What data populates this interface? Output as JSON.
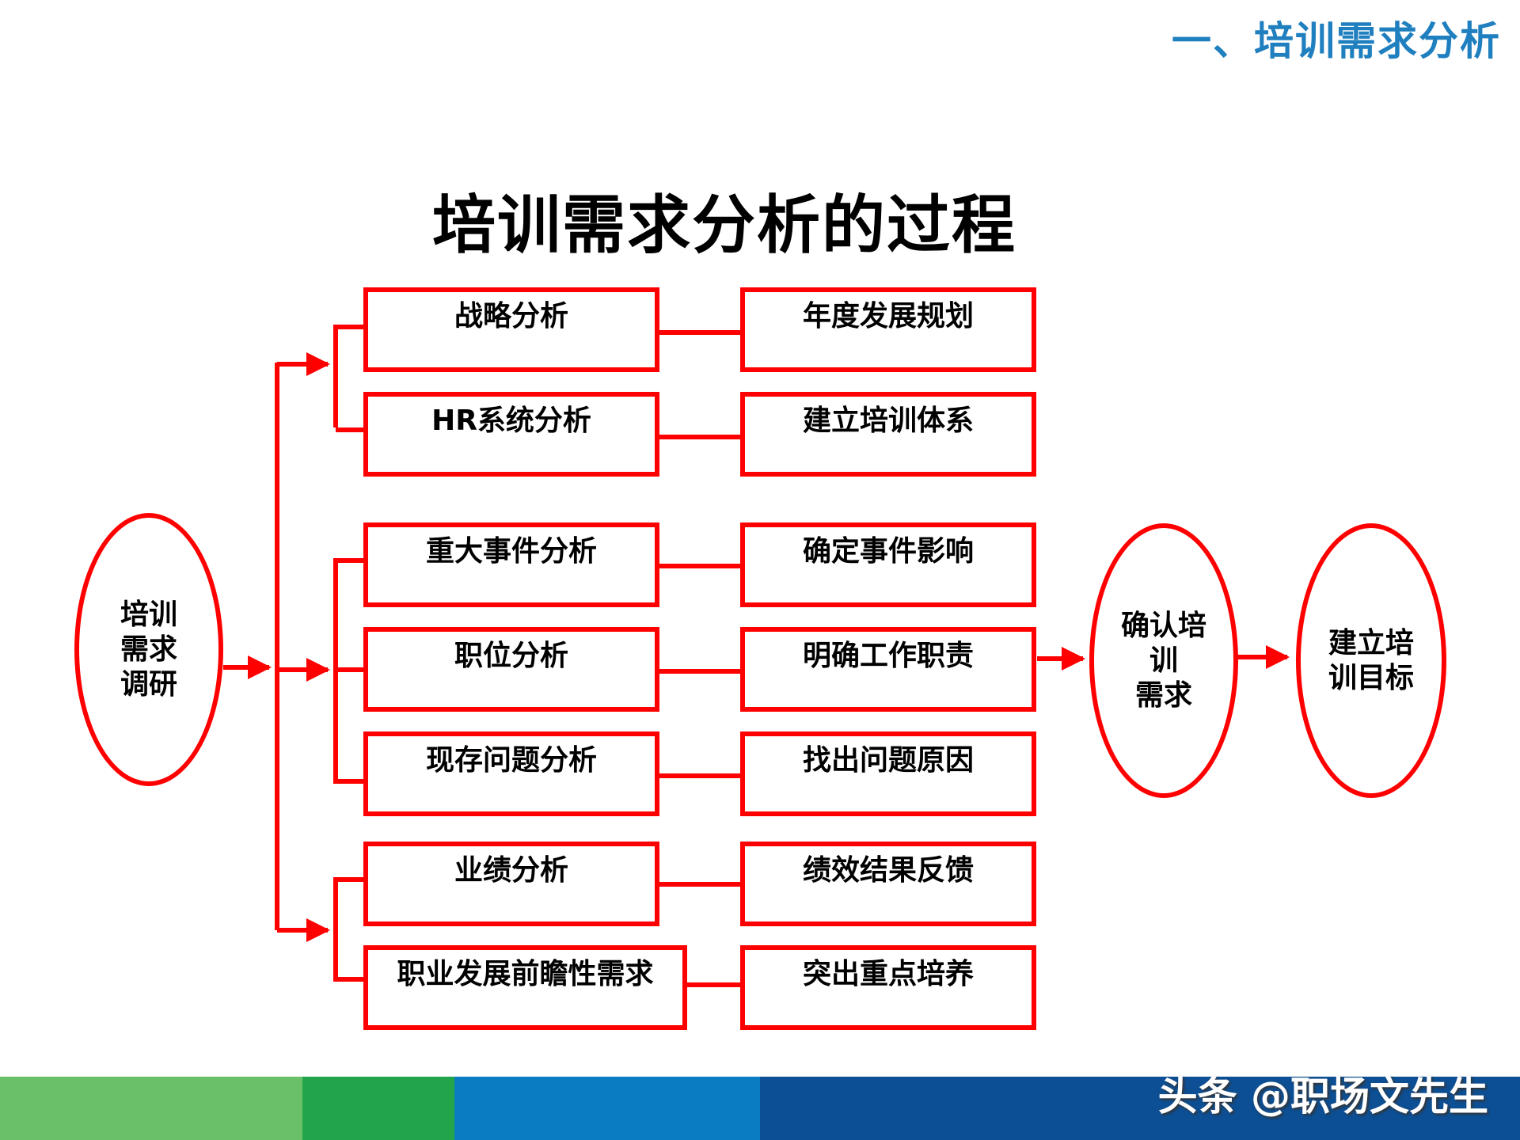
{
  "header": {
    "section_title": "一、培训需求分析"
  },
  "diagram": {
    "title": "培训需求分析的过程",
    "start_node": "培训\n需求\n调研",
    "analysis_boxes": [
      "战略分析",
      "HR系统分析",
      "重大事件分析",
      "职位分析",
      "现存问题分析",
      "业绩分析",
      "职业发展前瞻性需求"
    ],
    "result_boxes": [
      "年度发展规划",
      "建立培训体系",
      "确定事件影响",
      "明确工作职责",
      "找出问题原因",
      "绩效结果反馈",
      "突出重点培养"
    ],
    "confirm_node": "确认培\n训\n需求",
    "goal_node": "建立培\n训目标"
  },
  "colors": {
    "accent": "#ff0000",
    "header_text": "#1f7fbf",
    "band_light_green": "#6abf69",
    "band_green": "#22a44a",
    "band_blue": "#0a7cc1",
    "band_dark_blue": "#0d4f94"
  },
  "footer": {
    "watermark": "头条 @职场文先生"
  }
}
